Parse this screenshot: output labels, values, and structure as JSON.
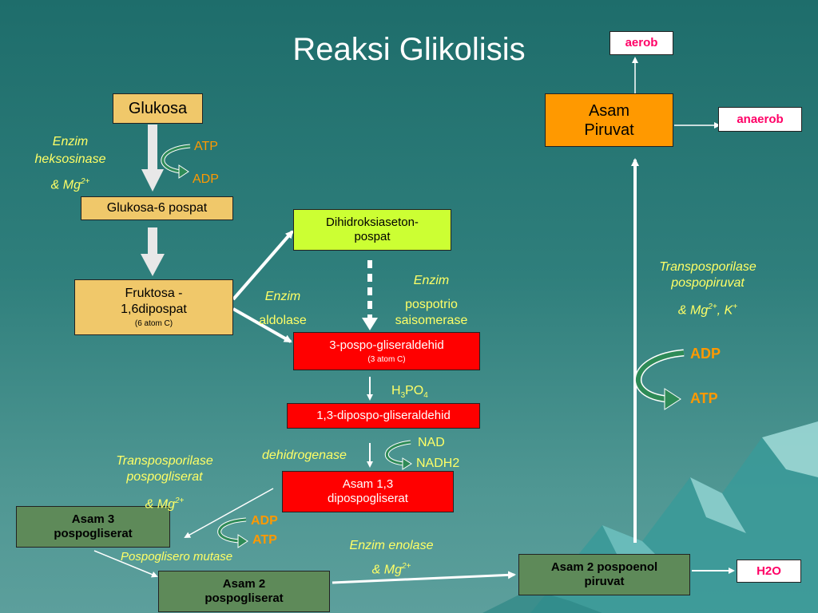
{
  "title": "Reaksi Glikolisis",
  "nodes": {
    "glukosa": "Glukosa",
    "glukosa6": "Glukosa-6 pospat",
    "fruktosa": "Fruktosa -\n1,6dipospat",
    "fruktosa_note": "(6 atom C)",
    "dihidroksi": "Dihidroksiaseton-\npospat",
    "pospo3": "3-pospo-gliseraldehid",
    "pospo3_note": "(3 atom C)",
    "dipospo13": "1,3-dipospo-gliseraldehid",
    "asam13": "Asam 1,3\ndipospogliserat",
    "asam3": "Asam 3\npospogliserat",
    "asam2": "Asam 2\npospogliserat",
    "pospoenol": "Asam 2 pospoenol\npiruvat",
    "piruvat": "Asam\nPiruvat",
    "aerob": "aerob",
    "anaerob": "anaerob",
    "h2o": "H2O"
  },
  "labels": {
    "enzim_heks_1": "Enzim",
    "enzim_heks_2": "heksosinase",
    "enzim_heks_3": "& Mg",
    "enzim_heks_sup": "2+",
    "atp1": "ATP",
    "adp1": "ADP",
    "enzim_aldolase_1": "Enzim",
    "enzim_aldolase_2": "aldolase",
    "enzim_iso_1": "Enzim",
    "enzim_iso_2": "pospotrio",
    "enzim_iso_3": "saisomerase",
    "h3po4_h": "H",
    "h3po4_3": "3",
    "h3po4_po": "PO",
    "h3po4_4": "4",
    "dehidro": "dehidrogenase",
    "nad": "NAD",
    "nadh2": "NADH2",
    "trans_pg_1": "Transposporilase",
    "trans_pg_2": "pospogliserat",
    "trans_pg_3": "& Mg",
    "trans_pg_sup": "2+",
    "adp2": "ADP",
    "atp2": "ATP",
    "mutase": "Pospoglisero mutase",
    "enolase_1": "Enzim enolase",
    "enolase_2": "& Mg",
    "enolase_sup": "2+",
    "trans_pp_1": "Transposporilase",
    "trans_pp_2": "pospopiruvat",
    "trans_pp_3": "& Mg",
    "trans_pp_sup": "2+",
    "trans_pp_4": ", K",
    "trans_pp_sup2": "+",
    "adp3": "ADP",
    "atp3": "ATP"
  },
  "colors": {
    "background": "#2f7f7c",
    "tan": "#f0c86a",
    "lime": "#ccff33",
    "red": "#ff0000",
    "orange": "#ff9900",
    "green_box": "#5e8a59",
    "italic_label": "#ffff66",
    "energy_label": "#ff9900",
    "aerob_text": "#ff0066"
  }
}
